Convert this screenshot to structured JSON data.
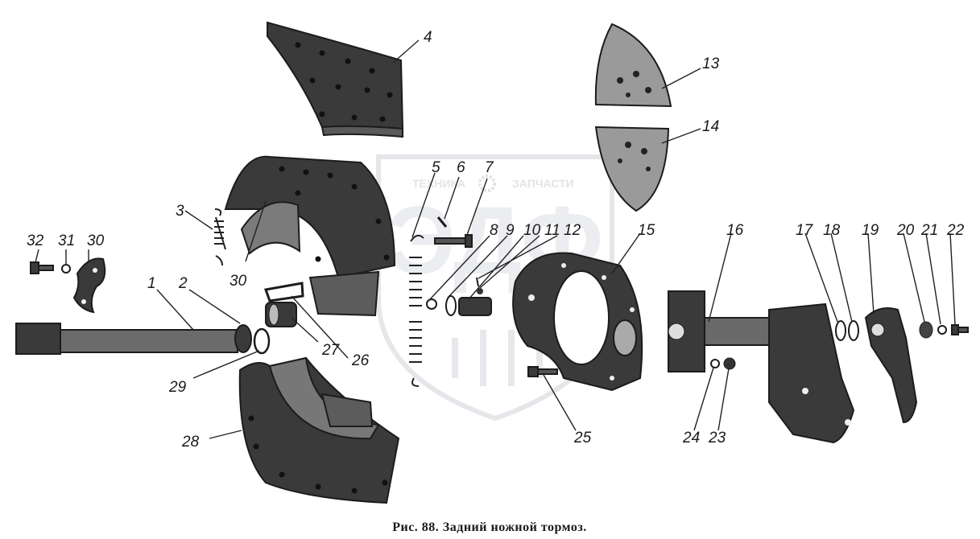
{
  "caption": "Рис. 88. Задний ножной тормоз.",
  "watermark": {
    "left_text": "ТЕХНИКА",
    "right_text": "ЗАПЧАСТИ",
    "logo_letters": "ЭДФ"
  },
  "labels": {
    "l1": "1",
    "l2": "2",
    "l3": "3",
    "l4": "4",
    "l5": "5",
    "l6": "6",
    "l7": "7",
    "l8": "8",
    "l9": "9",
    "l10": "10",
    "l11": "11",
    "l12": "12",
    "l13": "13",
    "l14": "14",
    "l15": "15",
    "l16": "16",
    "l17": "17",
    "l18": "18",
    "l19": "19",
    "l20": "20",
    "l21": "21",
    "l22": "22",
    "l23": "23",
    "l24": "24",
    "l25": "25",
    "l26": "26",
    "l27": "27",
    "l28": "28",
    "l29": "29",
    "l30a": "30",
    "l30b": "30",
    "l31": "31",
    "l32": "32"
  },
  "colors": {
    "ink": "#1c1c1c",
    "watermark": "#c9ced6"
  }
}
